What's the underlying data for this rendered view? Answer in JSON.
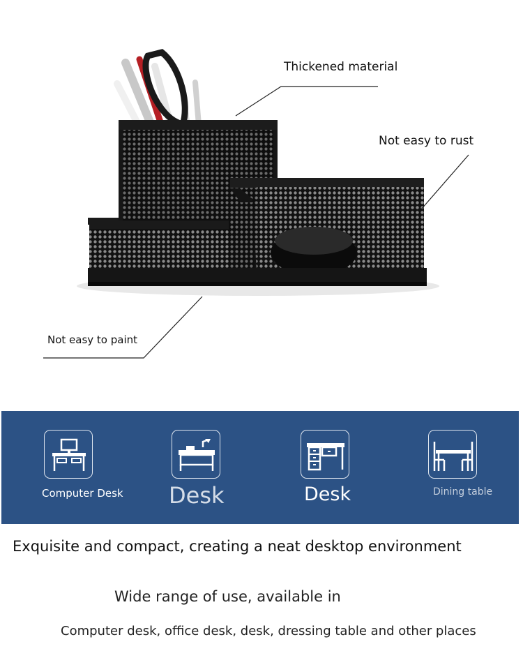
{
  "callouts": {
    "top": "Thickened material",
    "right": "Not easy to rust",
    "left": "Not easy to paint"
  },
  "usage": [
    {
      "label": "Computer Desk",
      "icon": "computer-desk-icon"
    },
    {
      "label": "Desk",
      "icon": "office-desk-icon"
    },
    {
      "label": "Desk",
      "icon": "drawer-desk-icon"
    },
    {
      "label": "Dining table",
      "icon": "dining-table-icon"
    }
  ],
  "text": {
    "tagline": "Exquisite and compact, creating a neat desktop environment",
    "subheading": "Wide range of use, available in",
    "places": "Computer desk, office desk, desk, dressing table and other places"
  },
  "colors": {
    "band": "#2c5285",
    "organizer": "#121212"
  }
}
